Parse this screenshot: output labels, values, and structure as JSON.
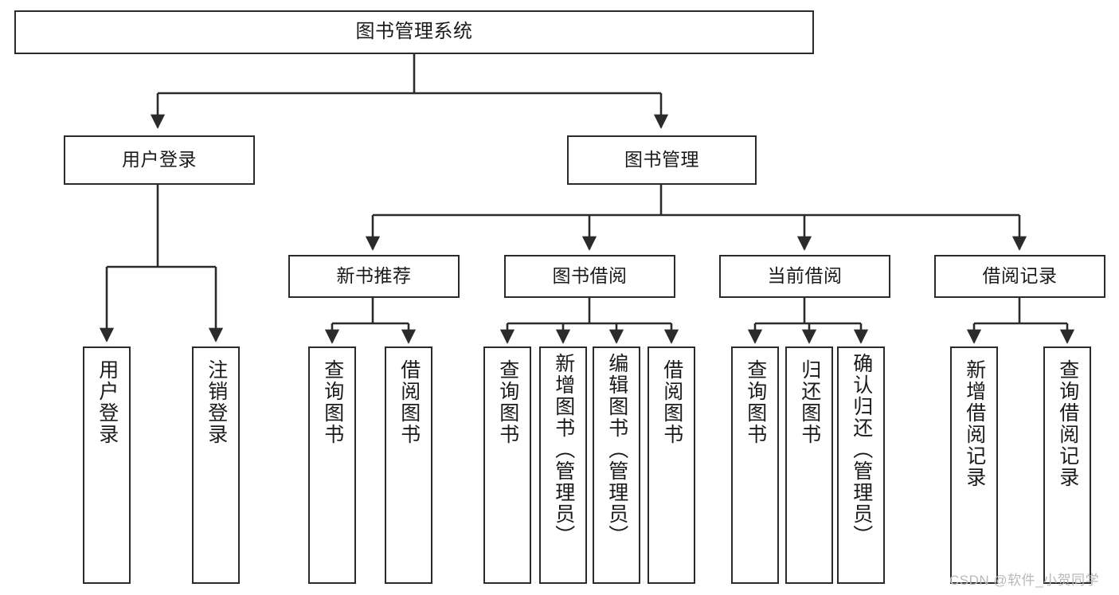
{
  "diagram": {
    "title": "图书管理系统",
    "type": "tree",
    "watermark": "CSDN @软件_小贺同学",
    "colors": {
      "stroke": "#2b2b2b",
      "fill": "#ffffff",
      "text": "#1a1a1a",
      "watermark": "#b9b9b9"
    },
    "nodes": {
      "root": {
        "label": "图书管理系统"
      },
      "level2": [
        {
          "id": "user-login",
          "label": "用户登录"
        },
        {
          "id": "book-manage",
          "label": "图书管理"
        }
      ],
      "level3": [
        {
          "id": "new-book-recommend",
          "label": "新书推荐"
        },
        {
          "id": "book-borrow",
          "label": "图书借阅"
        },
        {
          "id": "current-borrow",
          "label": "当前借阅"
        },
        {
          "id": "borrow-record",
          "label": "借阅记录"
        }
      ],
      "leaves": [
        {
          "id": "leaf-user-login",
          "label": "用户登录",
          "parent": "user-login"
        },
        {
          "id": "leaf-logout",
          "label": "注销登录",
          "parent": "user-login"
        },
        {
          "id": "leaf-query-book-1",
          "label": "查询图书",
          "parent": "new-book-recommend"
        },
        {
          "id": "leaf-borrow-book-1",
          "label": "借阅图书",
          "parent": "new-book-recommend"
        },
        {
          "id": "leaf-query-book-2",
          "label": "查询图书",
          "parent": "book-borrow"
        },
        {
          "id": "leaf-add-book",
          "label": "新增图书（管理员）",
          "parent": "book-borrow"
        },
        {
          "id": "leaf-edit-book",
          "label": "编辑图书（管理员）",
          "parent": "book-borrow"
        },
        {
          "id": "leaf-borrow-book-2",
          "label": "借阅图书",
          "parent": "book-borrow"
        },
        {
          "id": "leaf-query-book-3",
          "label": "查询图书",
          "parent": "current-borrow"
        },
        {
          "id": "leaf-return-book",
          "label": "归还图书",
          "parent": "current-borrow"
        },
        {
          "id": "leaf-confirm-return",
          "label": "确认归还（管理员）",
          "parent": "current-borrow"
        },
        {
          "id": "leaf-add-record",
          "label": "新增借阅记录",
          "parent": "borrow-record"
        },
        {
          "id": "leaf-query-record",
          "label": "查询借阅记录",
          "parent": "borrow-record"
        }
      ]
    }
  }
}
